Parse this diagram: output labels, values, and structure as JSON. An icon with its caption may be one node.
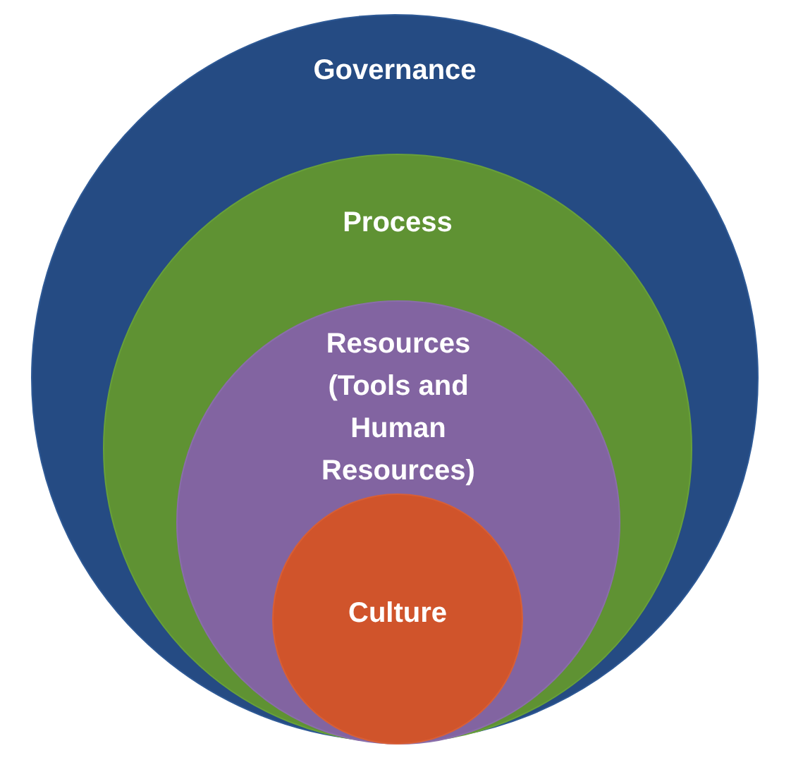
{
  "diagram": {
    "nodes": [
      {
        "text": [
          "Governance"
        ]
      },
      {
        "text": [
          "Process"
        ],
        "in": 0
      },
      {
        "text": [
          "Resources (Tools and Human Resources)"
        ],
        "in": 1
      },
      {
        "text": [
          "Culture"
        ],
        "in": 2
      }
    ]
  }
}
